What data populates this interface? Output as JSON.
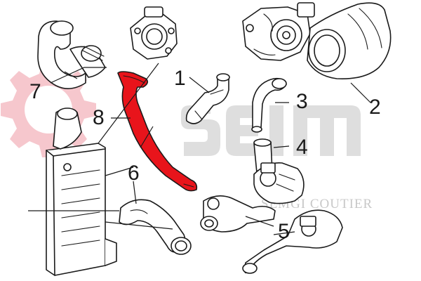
{
  "watermark": {
    "brand": "SEIM",
    "subtitle": "SEMGI COUTIER",
    "gear_color": "#f6c7cd",
    "letters_color": "#dedede"
  },
  "highlight_color": "#e8141b",
  "callouts": [
    {
      "id": "1",
      "label": "1"
    },
    {
      "id": "2",
      "label": "2"
    },
    {
      "id": "3",
      "label": "3"
    },
    {
      "id": "4",
      "label": "4"
    },
    {
      "id": "5",
      "label": "5"
    },
    {
      "id": "6",
      "label": "6"
    },
    {
      "id": "7",
      "label": "7"
    },
    {
      "id": "8",
      "label": "8"
    }
  ]
}
